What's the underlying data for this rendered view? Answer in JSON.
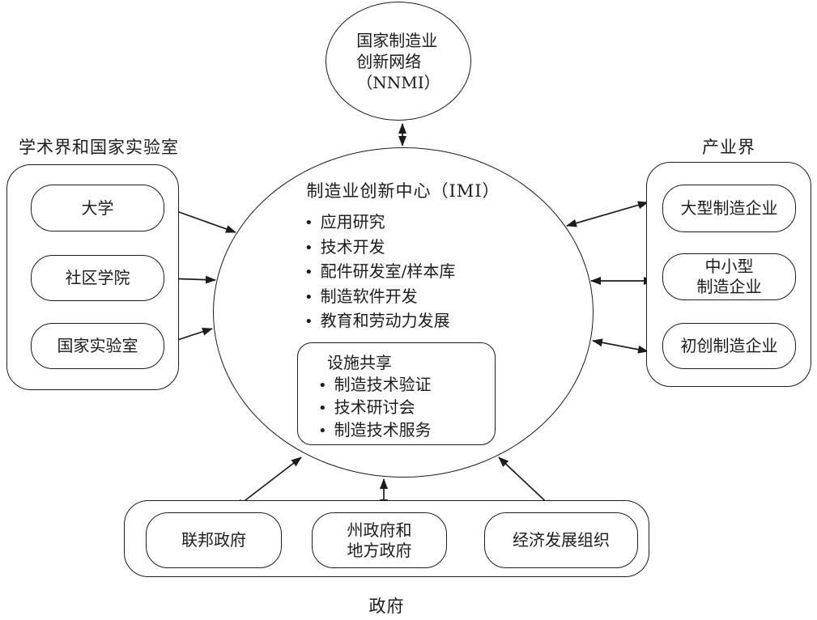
{
  "nnmi": {
    "label": "国家制造业\n创新网络\n（NNMI）"
  },
  "imi": {
    "title": "制造业创新中心（IMI）",
    "bullets": [
      "应用研究",
      "技术开发",
      "配件研发室/样本库",
      "制造软件开发",
      "教育和劳动力发展"
    ],
    "facility": {
      "title": "设施共享",
      "bullets": [
        "制造技术验证",
        "技术研讨会",
        "制造技术服务"
      ]
    }
  },
  "academia": {
    "label": "学术界和国家实验室",
    "items": [
      "大学",
      "社区学院",
      "国家实验室"
    ]
  },
  "industry": {
    "label": "产业界",
    "items": [
      "大型制造企业",
      "中小型\n制造企业",
      "初创制造企业"
    ]
  },
  "government": {
    "label": "政府",
    "items": [
      "联邦政府",
      "州政府和\n地方政府",
      "经济发展组织"
    ]
  },
  "colors": {
    "line": "#1c1c1c",
    "background": "#ffffff",
    "text": "#1c1c1c"
  }
}
